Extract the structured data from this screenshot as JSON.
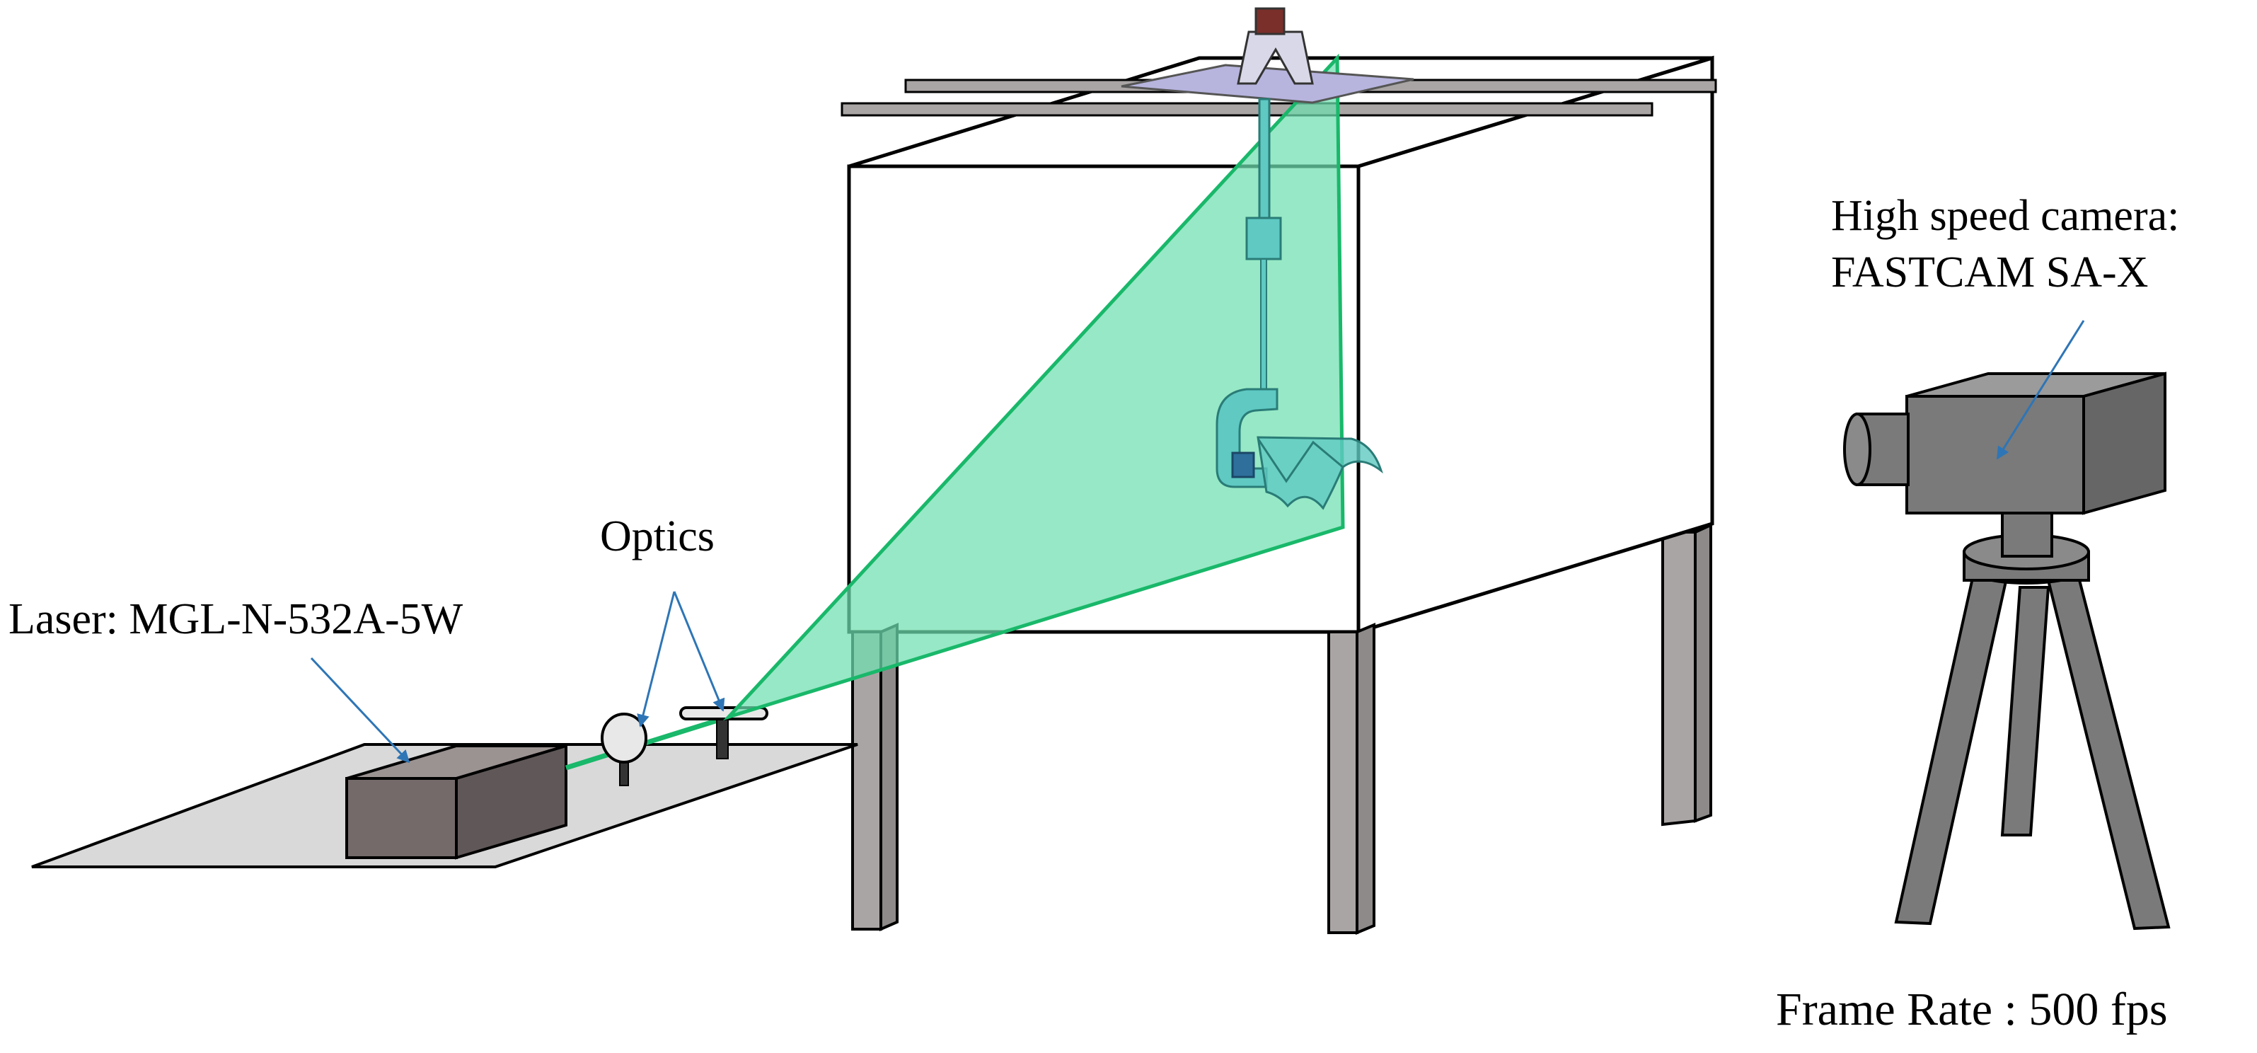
{
  "labels": {
    "laser": "Laser: MGL-N-532A-5W",
    "optics": "Optics",
    "camera_line1": "High speed camera:",
    "camera_line2": "FASTCAM SA-X",
    "frame_rate": "Frame Rate : 500 fps"
  },
  "colors": {
    "laser_sheet_fill": "#6fdfb0",
    "laser_sheet_stroke": "#19b86a",
    "laser_beam": "#19b86a",
    "model_teal": "#5fc9c2",
    "mount_plate": "#b7b5de",
    "camera_gray": "#7a7a7a",
    "table_leg": "#aaa5a5",
    "floor_plate": "#d9d9d9",
    "arrow_blue": "#2e75b6"
  }
}
